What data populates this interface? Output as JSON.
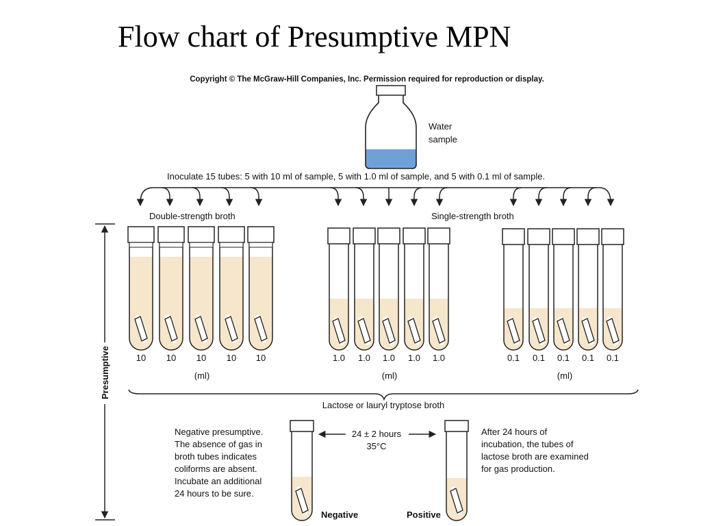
{
  "title": "Flow chart of Presumptive MPN",
  "copyright": "Copyright © The McGraw-Hill Companies, Inc. Permission required for reproduction or display.",
  "bottle_label_lines": [
    "Water",
    "sample"
  ],
  "inoculate_text": "Inoculate 15 tubes:  5 with 10 ml of sample, 5 with 1.0 ml of sample, and 5 with 0.1 ml of sample.",
  "double_strength_label": "Double-strength broth",
  "single_strength_label": "Single-strength broth",
  "groups": [
    {
      "volume_label": "10",
      "unit_label": "(ml)",
      "tube_count": 5
    },
    {
      "volume_label": "1.0",
      "unit_label": "(ml)",
      "tube_count": 5
    },
    {
      "volume_label": "0.1",
      "unit_label": "(ml)",
      "tube_count": 5
    }
  ],
  "broth_label": "Lactose or lauryl tryptose broth",
  "side_label": "Presumptive",
  "incubation_lines": [
    "24 ± 2 hours",
    "35°C"
  ],
  "negative_text_lines": [
    "Negative presumptive.",
    "The absence of gas in",
    "broth tubes indicates",
    "coliforms are absent.",
    "Incubate an additional",
    "24 hours to be sure."
  ],
  "positive_text_lines": [
    "After 24 hours of",
    "incubation, the tubes of",
    "lactose broth are examined",
    "for gas production."
  ],
  "negative_label": "Negative",
  "positive_label": "Positive",
  "colors": {
    "broth": "#f6e6cc",
    "water": "#6fa1d9",
    "stroke": "#222222"
  }
}
